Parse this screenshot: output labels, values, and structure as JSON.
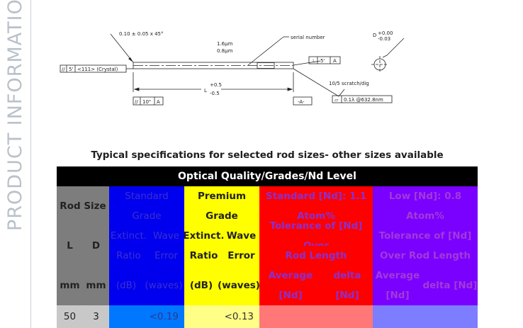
{
  "sidebar": {
    "title": "PRODUCT INFORMATION"
  },
  "drawing": {
    "chamfer": "0.10 ± 0.05 x 45°",
    "finish_top": "1.6μm",
    "finish_bottom": "0.8μm",
    "serial": "serial number",
    "d_upper": "+0.00",
    "d_lower": "-0.03",
    "d_label": "D",
    "perp_symbol": "⊥",
    "perp_angle": "5'",
    "perp_datum": "A",
    "crystal_sym": "//",
    "crystal_angle": "5'",
    "crystal_text": "<111> (Crystal)",
    "length_label": "L",
    "length_plus": "+0.5",
    "length_minus": "-0.5",
    "scratch": "10/5 scratch/dig",
    "flat_value": "0.1λ @632.8nm",
    "parallel_sym": "//",
    "parallel_angle": "10\"",
    "parallel_datum": "A",
    "datum_a": "-A-"
  },
  "spec_title": "Typical specifications for selected rod sizes- other sizes available",
  "table": {
    "header": "Optical Quality/Grades/Nd Level",
    "rod_size": "Rod Size",
    "l": "L",
    "d": "D",
    "mm1": "mm",
    "mm2": "mm",
    "std_line1": "Standard",
    "std_line2": "Grade",
    "prem_line1": "Premium",
    "prem_line2": "Grade",
    "red_line1": "Standard [Nd]: 1.1",
    "red_line2": "Atom%",
    "low_line1": "Low [Nd]: 0.8",
    "low_line2": "Atom%",
    "std_extinct": "Extinct.",
    "std_wave": "Wave",
    "std_ratio": "Ratio",
    "std_error": "Error",
    "prem_extinct": "Extinct.",
    "prem_wave": "Wave",
    "prem_ratio": "Ratio",
    "prem_error": "Error",
    "red_tol1": "Tolerance of [Nd] Over",
    "red_tol2": "Rod Length",
    "low_tol1": "Tolerance of [Nd]",
    "low_tol2": "Over Rod Length",
    "std_db": "(dB)",
    "std_waves": "(waves)",
    "prem_db": "(dB)",
    "prem_waves": "(waves)",
    "red_avg1": "Average",
    "red_avg2": "[Nd]",
    "red_delta": "delta [Nd]",
    "low_avg1": "Average",
    "low_avg2": "[Nd]",
    "low_delta": "delta [Nd]",
    "rows": [
      {
        "l": "50",
        "d": "3",
        "std": "<0.19",
        "prem": "<0.13",
        "red": "",
        "low": ""
      }
    ]
  }
}
